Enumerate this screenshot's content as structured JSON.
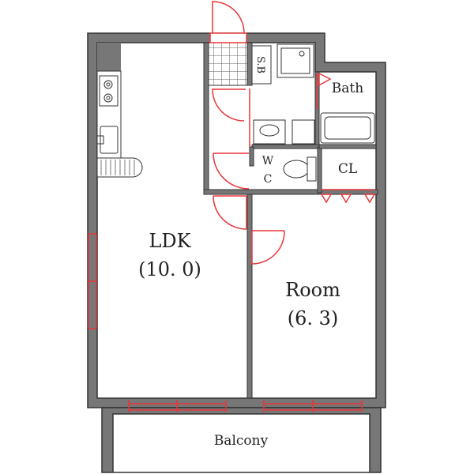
{
  "rooms": {
    "ldk": {
      "label": "LDK",
      "size": "(10. 0)"
    },
    "room": {
      "label": "Room",
      "size": "(6. 3)"
    },
    "bath": {
      "label": "Bath"
    },
    "closet": {
      "label": "CL"
    },
    "wc": {
      "line1": "W",
      "line2": "C"
    },
    "shoe_box": {
      "label": "S.B"
    },
    "balcony": {
      "label": "Balcony"
    }
  },
  "colors": {
    "wall": "#777777",
    "line": "#333333",
    "door": "#e8363a",
    "background": "#ffffff"
  }
}
